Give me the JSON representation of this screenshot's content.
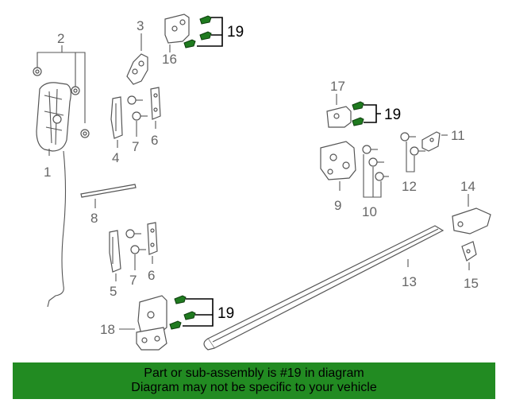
{
  "labels": {
    "n1": "1",
    "n2": "2",
    "n3": "3",
    "n4": "4",
    "n5": "5",
    "n6a": "6",
    "n6b": "6",
    "n7a": "7",
    "n7b": "7",
    "n8": "8",
    "n9": "9",
    "n10": "10",
    "n11": "11",
    "n12": "12",
    "n13": "13",
    "n14": "14",
    "n15": "15",
    "n16": "16",
    "n17": "17",
    "n18": "18",
    "n19a": "19",
    "n19b": "19",
    "n19c": "19"
  },
  "banner": {
    "line1": "Part or sub-assembly is #19 in diagram",
    "line2": "Diagram may not be specific to your vehicle"
  },
  "colors": {
    "highlight": "#228b22",
    "bolt": "#1f7a1f"
  }
}
